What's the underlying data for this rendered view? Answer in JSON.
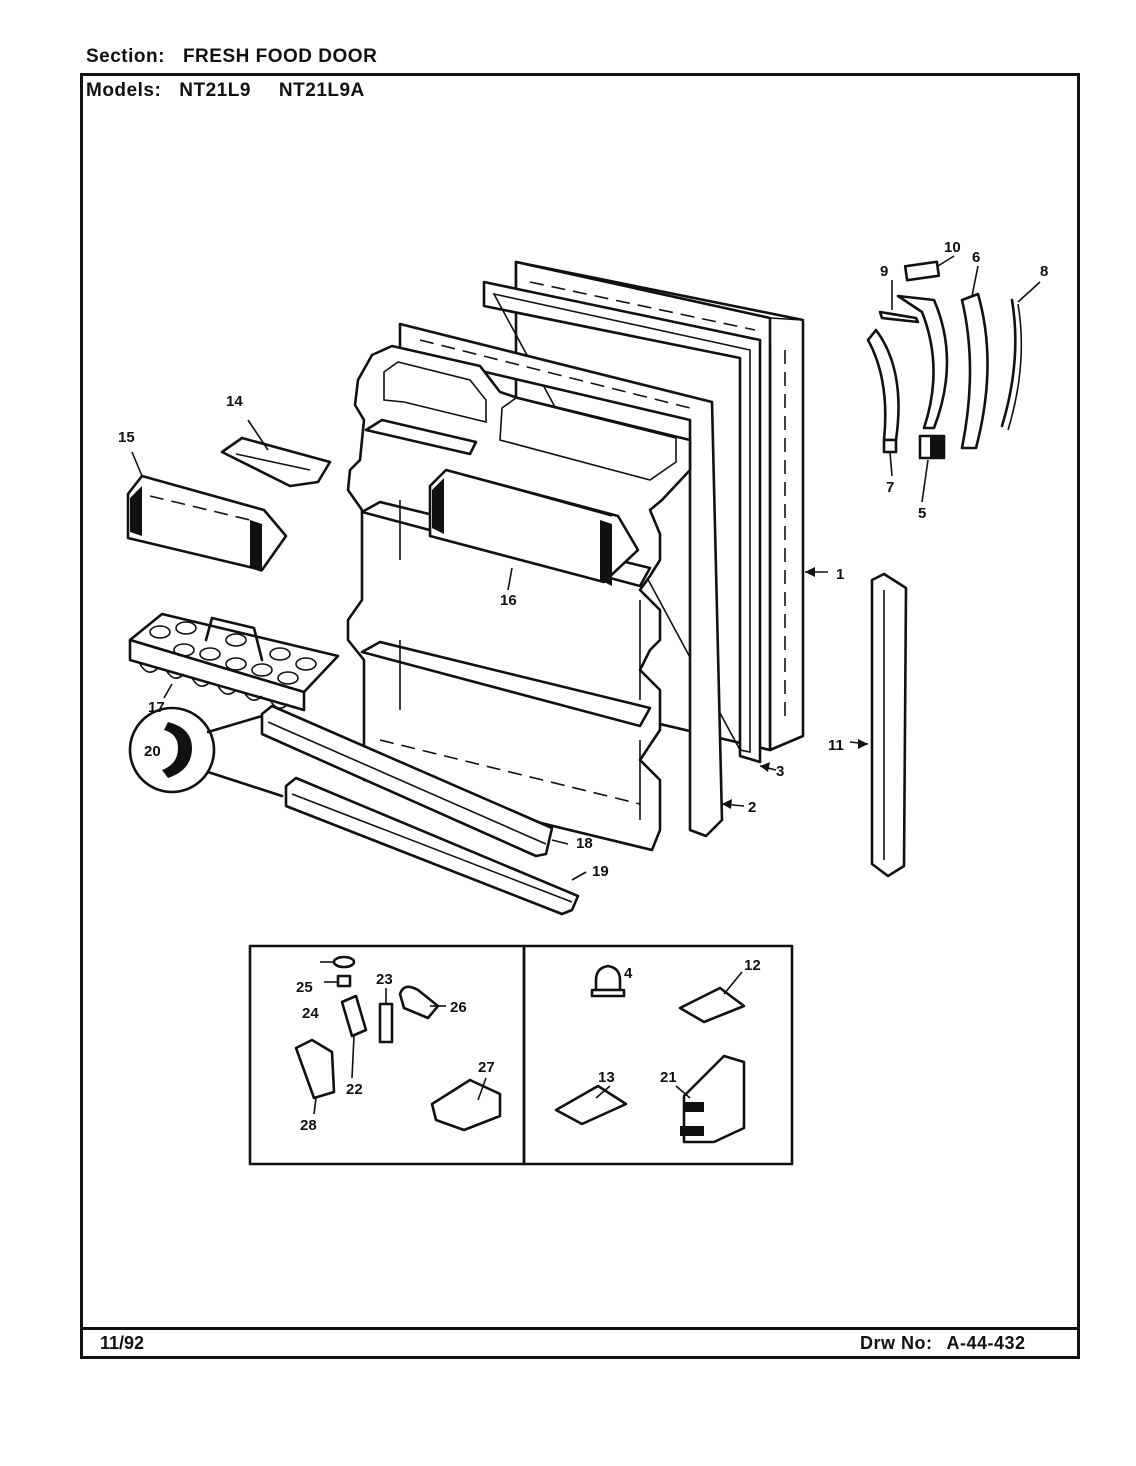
{
  "header": {
    "section_label": "Section:",
    "section_value": "FRESH FOOD DOOR",
    "models_label": "Models:",
    "model_1": "NT21L9",
    "model_2": "NT21L9A"
  },
  "footer": {
    "date": "11/92",
    "drawing_label": "Drw No:",
    "drawing_number": "A-44-432"
  },
  "callouts": [
    "1",
    "2",
    "3",
    "4",
    "5",
    "6",
    "7",
    "8",
    "9",
    "10",
    "11",
    "12",
    "13",
    "14",
    "15",
    "16",
    "17",
    "18",
    "19",
    "20",
    "21",
    "22",
    "23",
    "24",
    "25",
    "26",
    "27",
    "28"
  ]
}
